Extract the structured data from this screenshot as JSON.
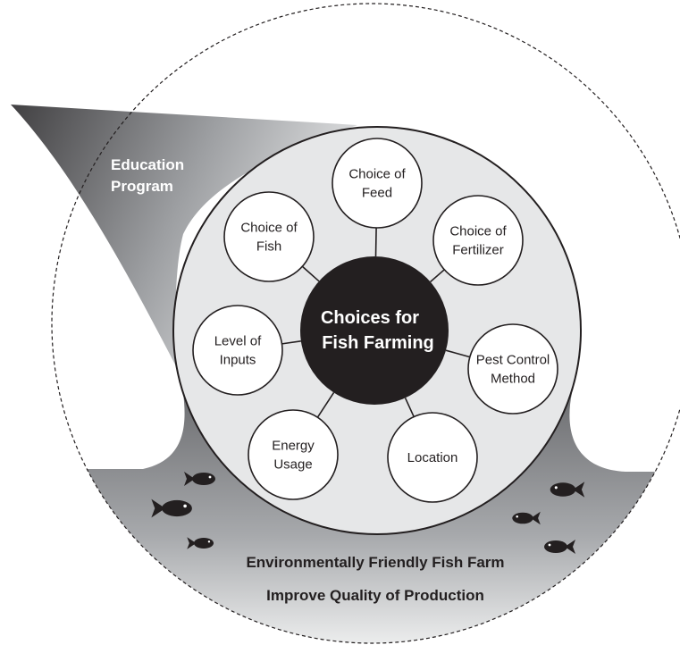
{
  "diagram": {
    "center": {
      "line1": "Choices for",
      "line2": "Fish Farming"
    },
    "education": {
      "line1": "Education",
      "line2": "Program"
    },
    "nodes": [
      {
        "line1": "Choice of",
        "line2": "Feed"
      },
      {
        "line1": "Choice of",
        "line2": "Fertilizer"
      },
      {
        "line1": "Pest Control",
        "line2": "Method"
      },
      {
        "line1": "Location",
        "line2": ""
      },
      {
        "line1": "Energy",
        "line2": "Usage"
      },
      {
        "line1": "Level of",
        "line2": "Inputs"
      },
      {
        "line1": "Choice of",
        "line2": "Fish"
      }
    ],
    "bottom": {
      "line1": "Environmentally Friendly Fish Farm",
      "line2": "Improve Quality of Production"
    }
  },
  "colors": {
    "ring_fill": "#e6e7e8",
    "center_fill": "#231f20",
    "stroke": "#231f20",
    "fish": "#231f20"
  },
  "icons": [
    "fish-icon"
  ]
}
